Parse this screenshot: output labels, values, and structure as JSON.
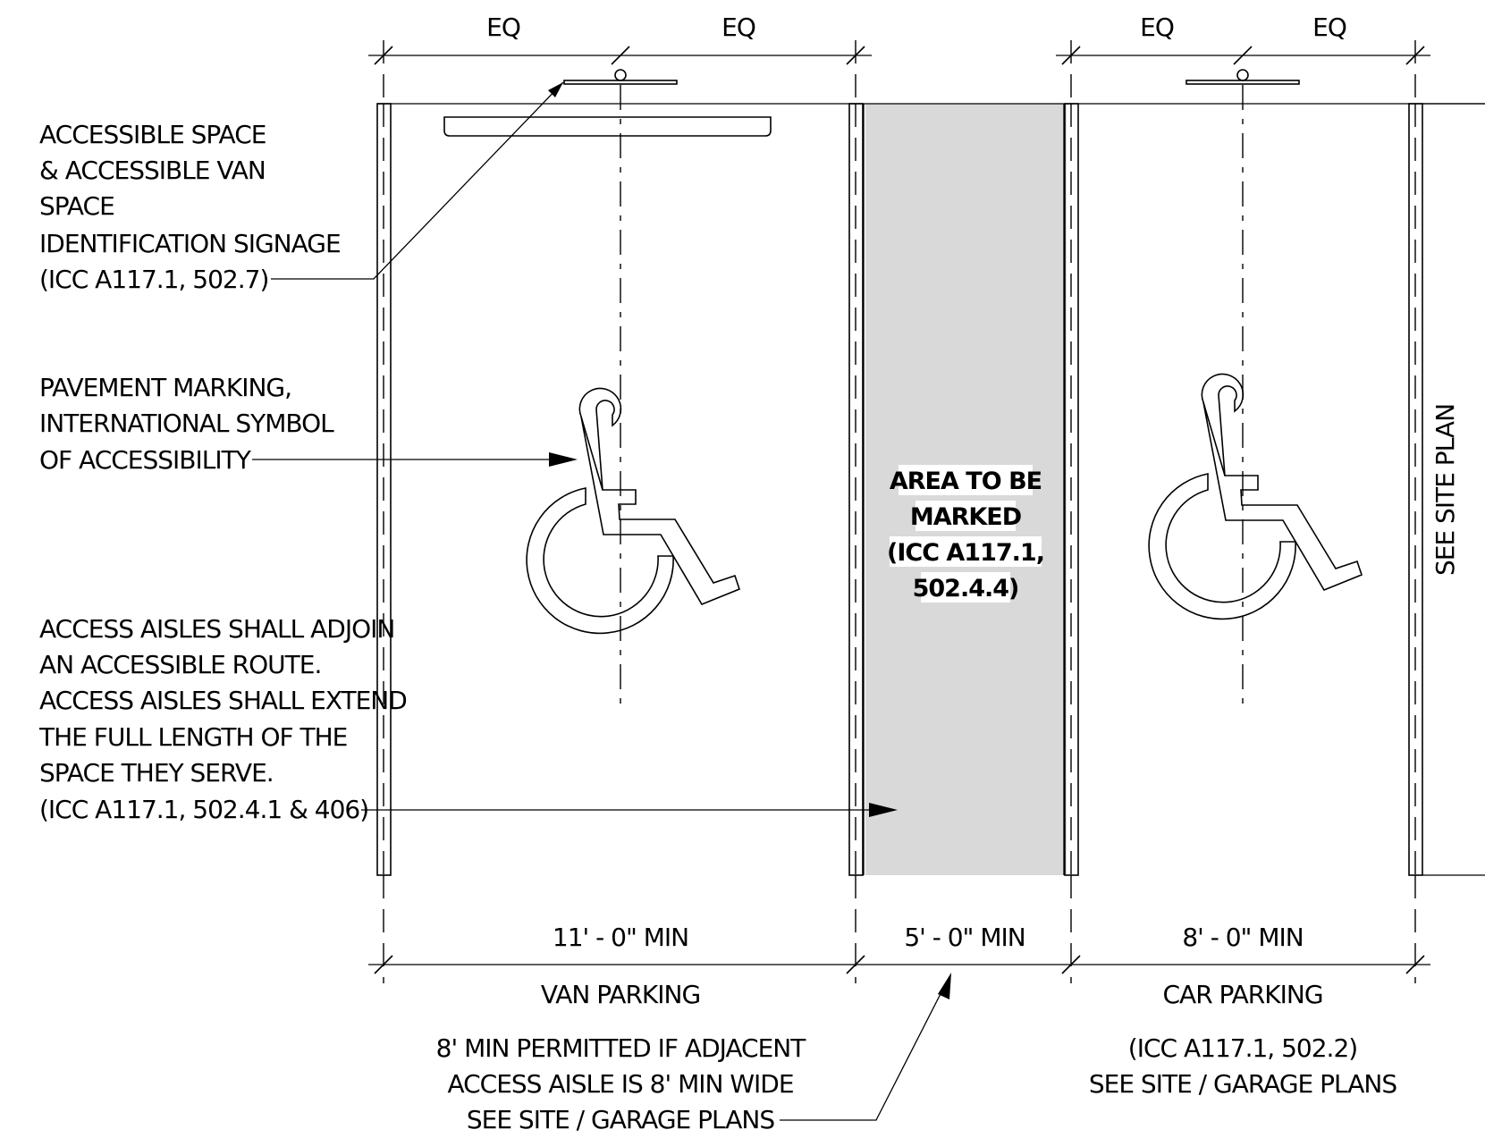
{
  "dimensions": {
    "top_left_1": "EQ",
    "top_left_2": "EQ",
    "top_right_1": "EQ",
    "top_right_2": "EQ",
    "bottom_van": "11' - 0\" MIN",
    "bottom_aisle": "5' - 0\" MIN",
    "bottom_car": "8' - 0\" MIN"
  },
  "labels": {
    "van_parking": "VAN PARKING",
    "car_parking": "CAR PARKING",
    "see_site_plan": "SEE SITE PLAN"
  },
  "notes": {
    "signage": [
      "ACCESSIBLE SPACE",
      "& ACCESSIBLE VAN",
      "SPACE",
      "IDENTIFICATION SIGNAGE",
      "(ICC A117.1, 502.7)"
    ],
    "pavement": [
      "PAVEMENT MARKING,",
      "INTERNATIONAL SYMBOL",
      "OF ACCESSIBILITY"
    ],
    "aisles": [
      "ACCESS AISLES SHALL ADJOIN",
      "AN ACCESSIBLE ROUTE.",
      "ACCESS AISLES SHALL EXTEND",
      "THE FULL LENGTH OF THE",
      "SPACE THEY SERVE.",
      "(ICC A117.1, 502.4.1 & 406)"
    ],
    "aisle_area": [
      "AREA TO BE",
      "MARKED",
      "(ICC A117.1,",
      "502.4.4)"
    ],
    "van_min": [
      "8' MIN PERMITTED IF ADJACENT",
      "ACCESS AISLE IS 8' MIN WIDE",
      "SEE SITE / GARAGE PLANS"
    ],
    "car_ref": [
      "(ICC A117.1, 502.2)",
      "SEE SITE / GARAGE PLANS"
    ]
  },
  "colors": {
    "aisle_fill": "#d9d9d9",
    "line": "#000000"
  },
  "icons": [
    "international-symbol-of-accessibility",
    "sign-plate"
  ]
}
